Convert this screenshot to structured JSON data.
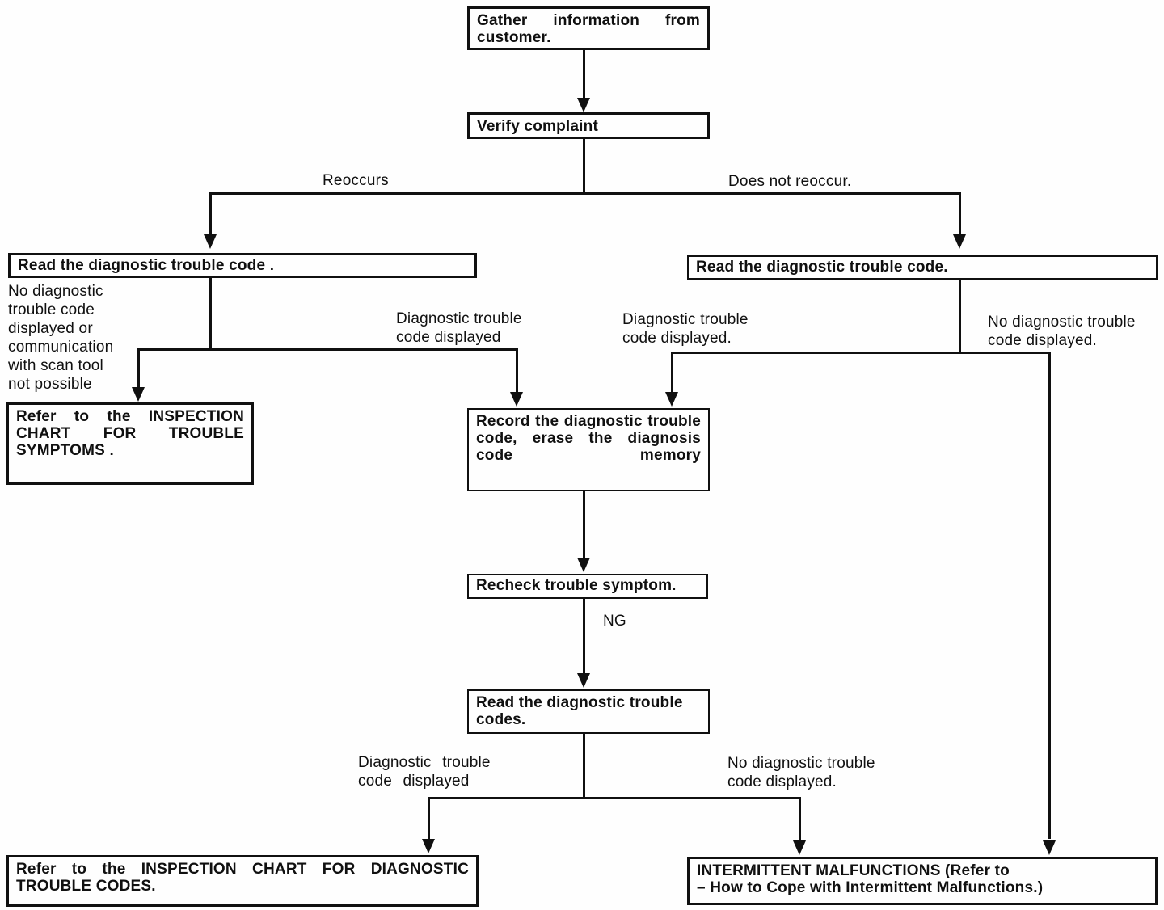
{
  "flowchart": {
    "nodes": {
      "gather": "Gather information from customer.",
      "verify": "Verify complaint",
      "read_left": "Read the diagnostic trouble code .",
      "read_right": "Read the diagnostic trouble code.",
      "refer_symptoms": "Refer to the INSPECTION CHART FOR TROUBLE SYMPTOMS .",
      "record": "Record the diagnostic trouble code, erase the diagnosis code memory",
      "recheck": "Recheck trouble symptom.",
      "read_codes": [
        "Read the diagnostic trouble",
        "codes."
      ],
      "refer_dtc": "Refer to the INSPECTION CHART FOR DIAGNOSTIC TROUBLE CODES.",
      "intermittent": [
        "INTERMITTENT MALFUNCTIONS (Refer to",
        "– How to Cope with Intermittent Malfunctions.)"
      ]
    },
    "labels": {
      "reoccurs": "Reoccurs",
      "does_not_reoccur": "Does not reoccur.",
      "no_dtc_or_comm": [
        "No diagnostic",
        "trouble code",
        "displayed or",
        "communication",
        "with scan tool",
        "not possible"
      ],
      "dtc_displayed_left": [
        "Diagnostic trouble",
        "code displayed"
      ],
      "dtc_displayed_mid": [
        "Diagnostic trouble",
        "code displayed."
      ],
      "no_dtc_top_right": [
        "No diagnostic trouble",
        "code displayed."
      ],
      "ng": "NG",
      "dtc_displayed_bottom": [
        "Diagnostic trouble",
        "code displayed"
      ],
      "no_dtc_bottom": [
        "No diagnostic trouble",
        "code displayed."
      ]
    },
    "colors": {
      "ink": "#101010",
      "paper": "#fefefe"
    }
  }
}
